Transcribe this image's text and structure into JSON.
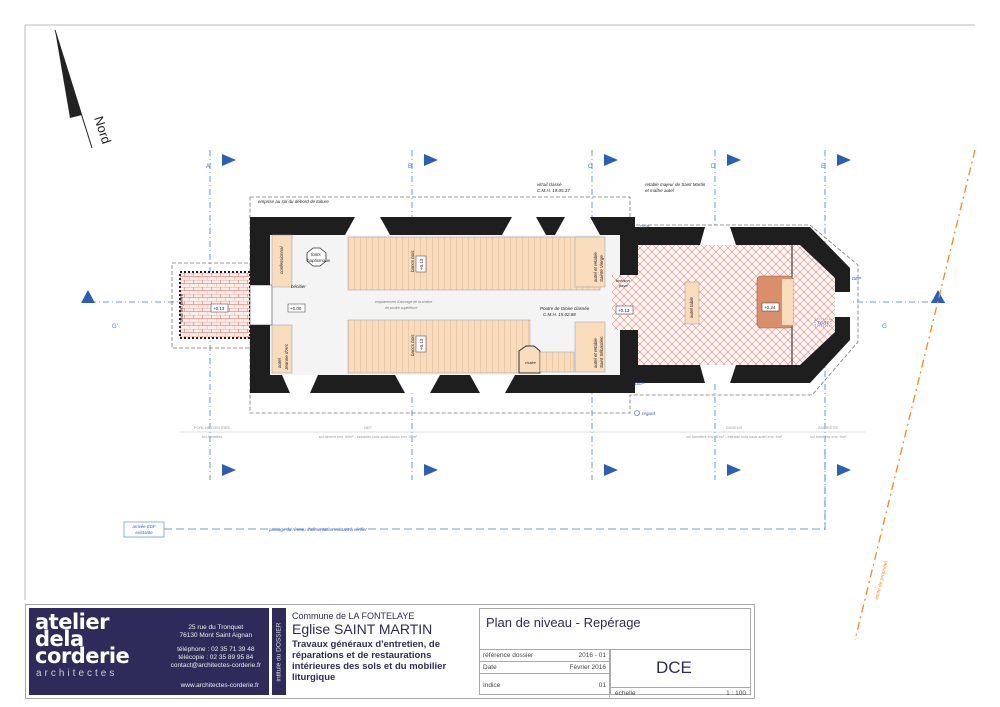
{
  "north": {
    "label": "Nord"
  },
  "grid_labels": [
    "A",
    "B",
    "C",
    "D",
    "E"
  ],
  "section_labels": [
    "G'",
    "G"
  ],
  "annotations": {
    "roof": "emprise au sol du débord de toiture",
    "vitrail": "vitrail classé",
    "vitrail_ref": "C.M.H. 19.05.37",
    "retable": "retable majeur de Saint Martin",
    "retable2": "et maître autel",
    "seuil": "seuil en pierre",
    "confessionnal": "confessionnal",
    "fonts": "fonts",
    "fonts2": "baptismaux",
    "benitier": "bénitier",
    "jeanne": "autel",
    "jeanne2": "Jeanne d'Arc",
    "bancs1": "bancs bois",
    "bancs2": "bancs bois",
    "poutre_note": "emplacement d'ancrage de la chaîne",
    "poutre_note2": "de poutre supérieure",
    "poutre": "Poutre de Gloire classée",
    "poutre_ref": "C.M.H. 15.02.88",
    "chaire": "chaire",
    "vierge": "autel et retable",
    "vierge2": "Sainte Vierge",
    "sebastien": "autel et retable",
    "sebastien2": "Saint Sébastien",
    "boisson": "boisson",
    "boisson2": "pavé",
    "autel_table": "autel table",
    "dep1": "DEP",
    "dep2": "DEP",
    "dep3": "DEP",
    "tgbt": "TGBT",
    "regard": "regard",
    "edf": "arrivée EDF",
    "edf2": "existante",
    "reseau": "passage du réseau d'alimentation existant à vérifier",
    "limite": "limite de propriété"
  },
  "levels": [
    "+0.13",
    "+0.00",
    "+0.13",
    "+0.13",
    "+0.13",
    "+0.24"
  ],
  "zones": [
    {
      "name": "PORCHE D'ENTRÉE",
      "floor": "sol tomettes"
    },
    {
      "name": "NEF",
      "floor": "sol ciment env. 90m² - estrades bois sous bancs env. 37m²"
    },
    {
      "name": "CHOEUR",
      "floor": "sol tomettes env. 30m² - estrade bois sous autel env. 4m²"
    },
    {
      "name": "SACRISTIE",
      "floor": "sol tomettes env. 5m²"
    }
  ],
  "titleblock": {
    "brand_lines": [
      "atelier",
      "dela",
      "corderie"
    ],
    "brand_sub": "architectes",
    "address1": "25 rue du Tronquet",
    "address2": "76130 Mont Saint Aignan",
    "phone": "téléphone : 02 35 71 39 48",
    "fax": "télécopie : 02 35 89 95 84",
    "email": "contact@architectes-corderie.fr",
    "web": "www.architectes-corderie.fr",
    "dossier_label": "intitulé du DOSSIER",
    "commune": "Commune de LA FONTELAYE",
    "eglise": "Eglise SAINT MARTIN",
    "description": "Travaux généraux d'entretien, de réparations et de restaurations intérieures des sols et du mobilier liturgique",
    "plan_title": "Plan de niveau - Repérage",
    "ref_label": "référence dossier",
    "ref_value": "2016 - 01",
    "date_label": "Date",
    "date_value": "Février 2016",
    "indice_label": "Indice",
    "indice_value": "01",
    "phase": "DCE",
    "scale_label": "échelle",
    "scale_value": "1 : 100"
  },
  "colors": {
    "wall": "#1e1e1e",
    "tile": "#e8605a",
    "wood": "#f6d6b0",
    "grid": "#3b7fd6",
    "brand": "#2e2b5a",
    "limit": "#f08a20"
  }
}
